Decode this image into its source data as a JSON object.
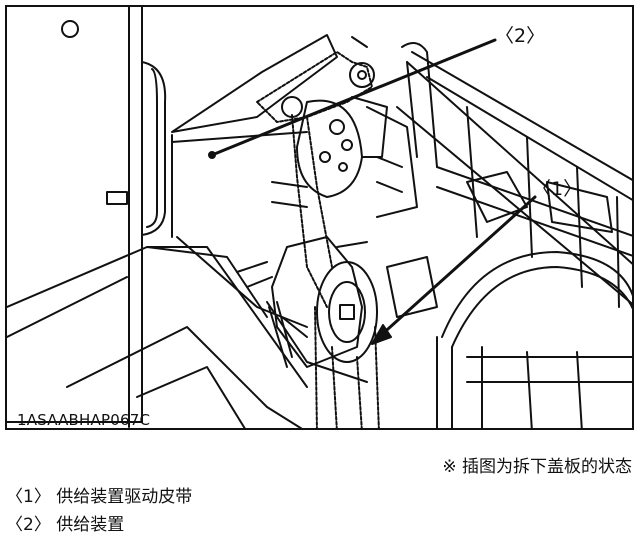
{
  "figure": {
    "code": "1ASAABHAP067C",
    "callouts": {
      "c1": "〈1〉",
      "c2": "〈2〉"
    }
  },
  "note": "※ 插图为拆下盖板的状态",
  "legend": [
    {
      "label": "〈1〉 供给装置驱动皮带"
    },
    {
      "label": "〈2〉 供给装置"
    }
  ]
}
